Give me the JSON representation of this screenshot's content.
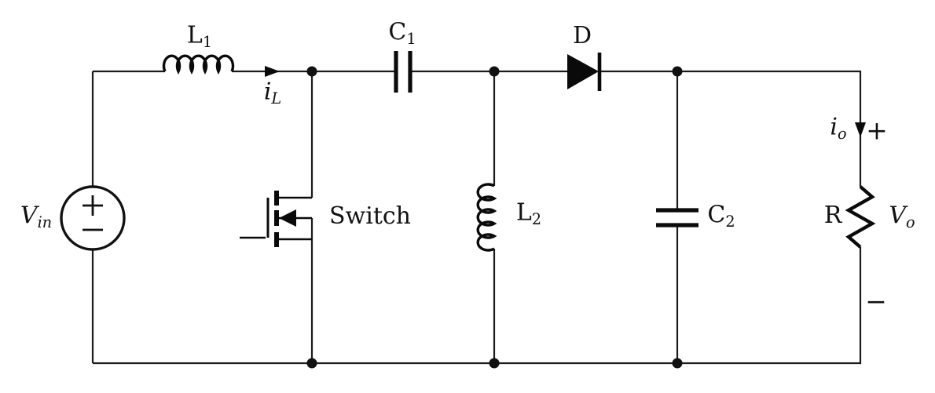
{
  "diagram": {
    "kind": "circuit-schematic",
    "background_color": "#ffffff",
    "ink_color": "#111111",
    "components": [
      {
        "id": "voltage-source",
        "type": "dc-voltage-source",
        "label": "Vin"
      },
      {
        "id": "inductor-1",
        "type": "inductor",
        "label": "L1",
        "current_label": "iL"
      },
      {
        "id": "switch",
        "type": "n-mosfet",
        "label": "Switch"
      },
      {
        "id": "capacitor-1",
        "type": "capacitor",
        "label": "C1"
      },
      {
        "id": "inductor-2",
        "type": "inductor",
        "label": "L2"
      },
      {
        "id": "diode",
        "type": "diode",
        "label": "D"
      },
      {
        "id": "capacitor-2",
        "type": "capacitor",
        "label": "C2"
      },
      {
        "id": "resistor",
        "type": "resistor",
        "label": "R",
        "voltage_label": "Vo",
        "current_label": "io"
      }
    ]
  },
  "labels": {
    "source_voltage": {
      "main": "V",
      "sub": "in"
    },
    "inductor1": {
      "main": "L",
      "sub": "1"
    },
    "inductor1_current": {
      "main": "i",
      "sub": "L"
    },
    "capacitor1": {
      "main": "C",
      "sub": "1"
    },
    "switch": {
      "main": "Switch"
    },
    "inductor2": {
      "main": "L",
      "sub": "2"
    },
    "diode": {
      "main": "D"
    },
    "capacitor2": {
      "main": "C",
      "sub": "2"
    },
    "output_current": {
      "main": "i",
      "sub": "o"
    },
    "resistor": {
      "main": "R"
    },
    "output_voltage": {
      "main": "V",
      "sub": "o"
    },
    "output_plus": "+",
    "output_minus": "−"
  }
}
